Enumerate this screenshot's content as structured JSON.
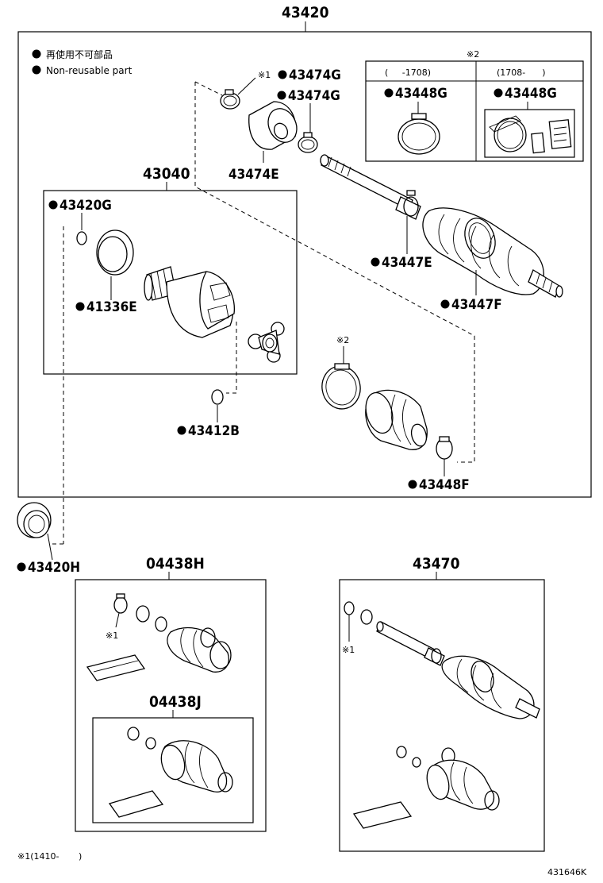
{
  "legend": {
    "jp": "再使用不可部品",
    "en": "Non-reusable part"
  },
  "labels": {
    "assembly": "43420",
    "inner_joint": "43040",
    "part_43474G_a": "43474G",
    "part_43474G_a_mark": "※1",
    "part_43474G_b": "43474G",
    "part_43474E": "43474E",
    "part_43420G": "43420G",
    "part_41336E": "41336E",
    "part_43447E": "43447E",
    "part_43447F": "43447F",
    "part_43412B": "43412B",
    "part_43448F": "43448F",
    "part_43448F_mark": "※2",
    "part_43420H": "43420H",
    "kit_04438H": "04438H",
    "kit_04438H_mark": "※1",
    "kit_04438J": "04438J",
    "kit_43470": "43470",
    "kit_43470_mark": "※1"
  },
  "variant_box": {
    "mark": "※2",
    "col1_header": "(     -1708)",
    "col2_header": "(1708-      )",
    "col1_part": "43448G",
    "col2_part": "43448G"
  },
  "footnote": "※1(1410-       )",
  "diagram_id": "431646K"
}
